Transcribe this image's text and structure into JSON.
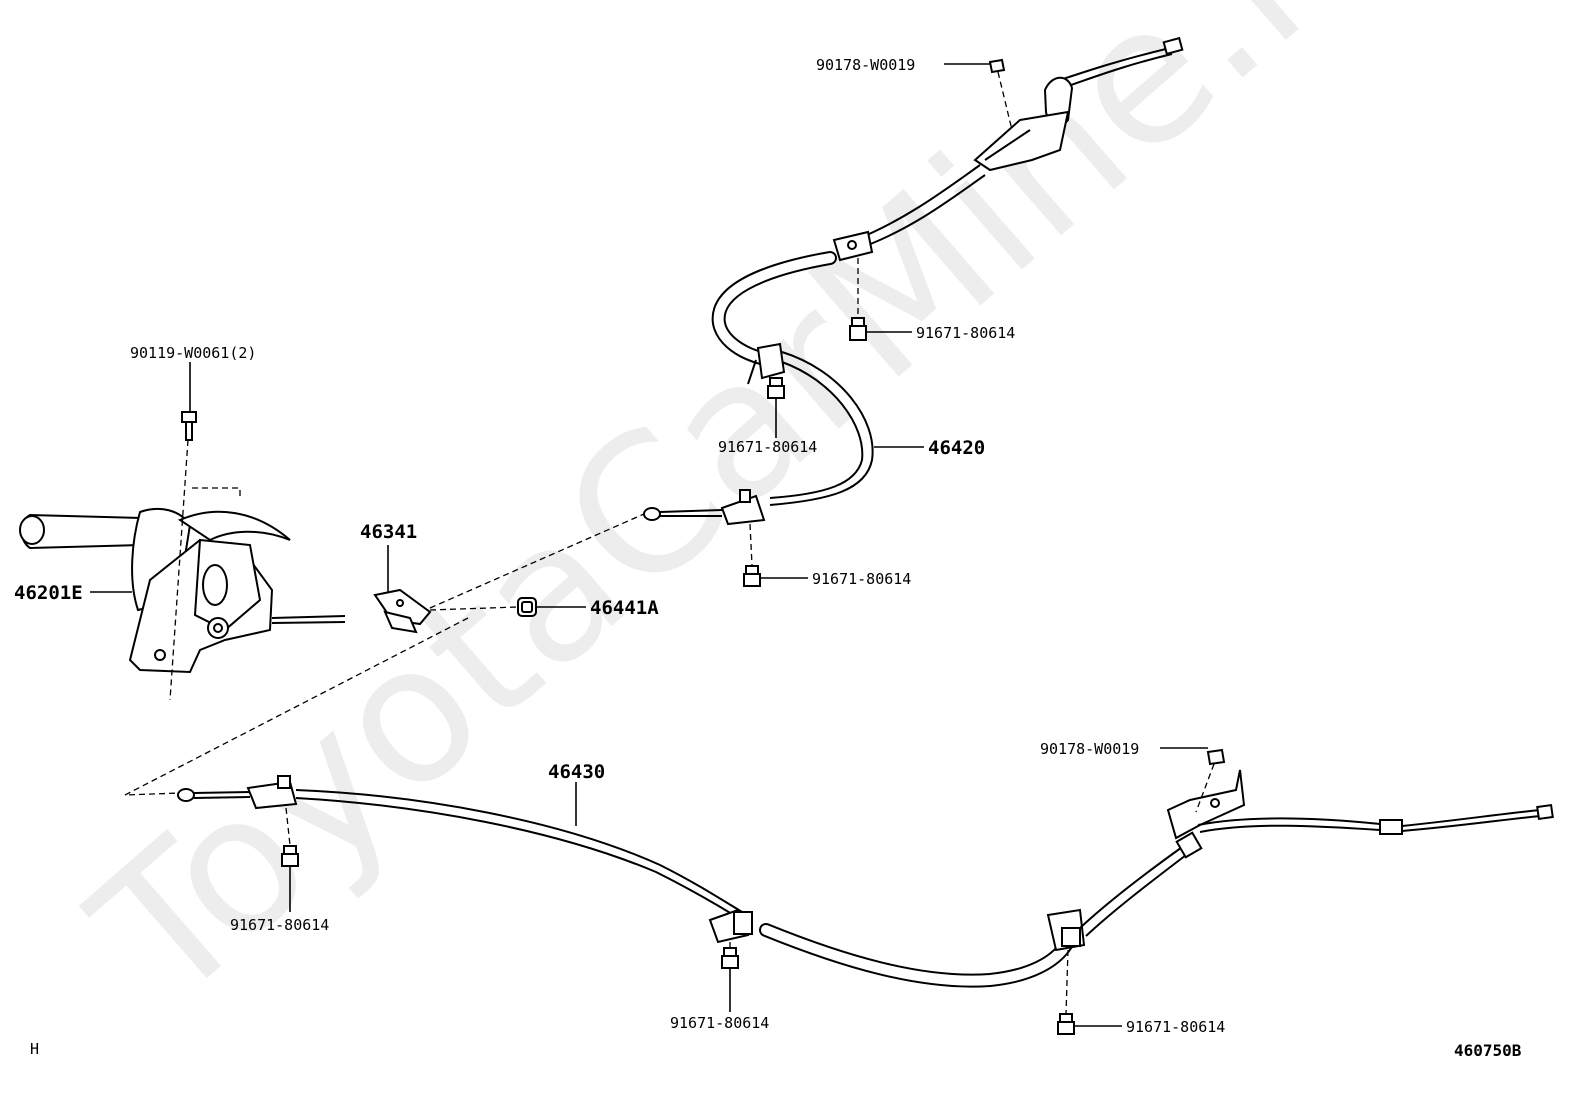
{
  "watermark": "ToyotaCarMine.ru",
  "footer": {
    "left": "H",
    "right": "460750B"
  },
  "labels": {
    "l_90178_top": "90178-W0019",
    "l_91671_a": "91671-80614",
    "l_91671_b": "91671-80614",
    "l_46420": "46420",
    "l_91671_c": "91671-80614",
    "l_90119": "90119-W0061(2)",
    "l_46341": "46341",
    "l_46201E": "46201E",
    "l_46441A": "46441A",
    "l_46430": "46430",
    "l_90178_bot": "90178-W0019",
    "l_91671_d": "91671-80614",
    "l_91671_e": "91671-80614",
    "l_91671_f": "91671-80614"
  }
}
